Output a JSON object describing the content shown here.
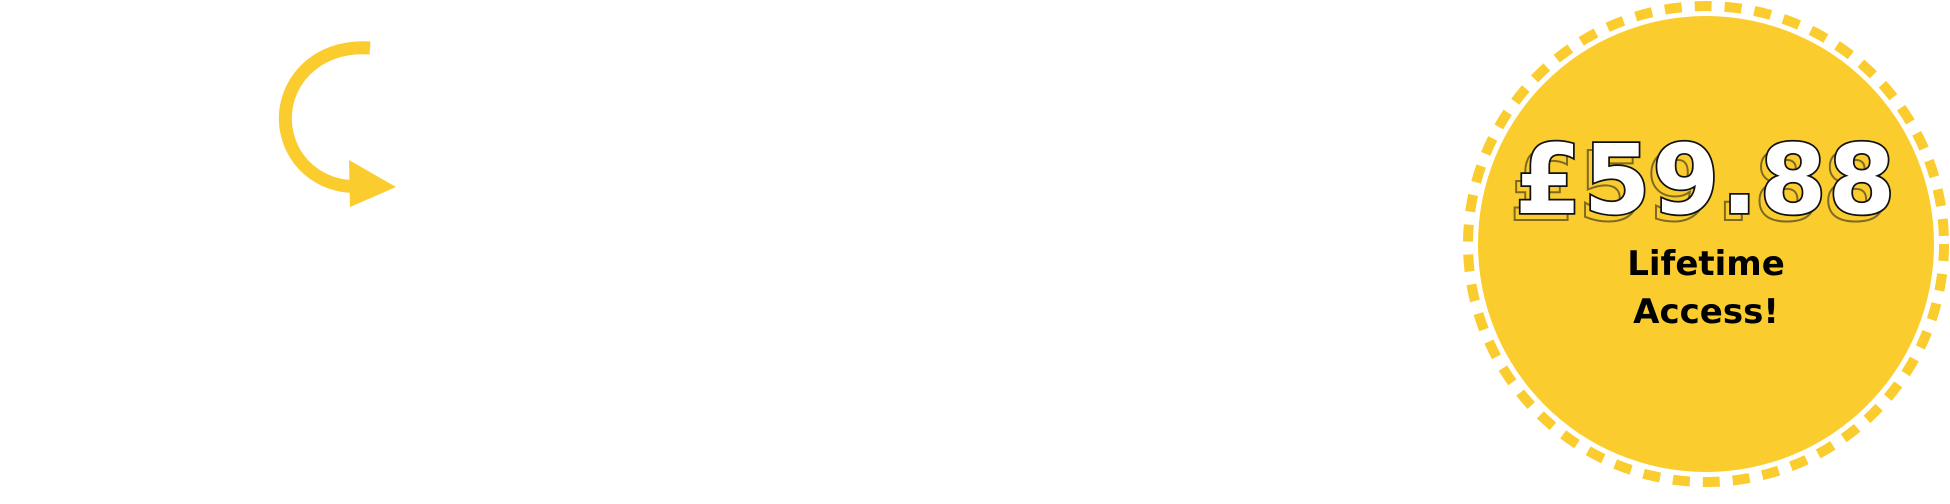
{
  "badge": {
    "price": "£59.88",
    "line1": "Lifetime",
    "line2": "Access!",
    "color": "#FACC2E"
  },
  "arrow": {
    "icon": "curved-arrow-icon",
    "color": "#FACC2E"
  }
}
